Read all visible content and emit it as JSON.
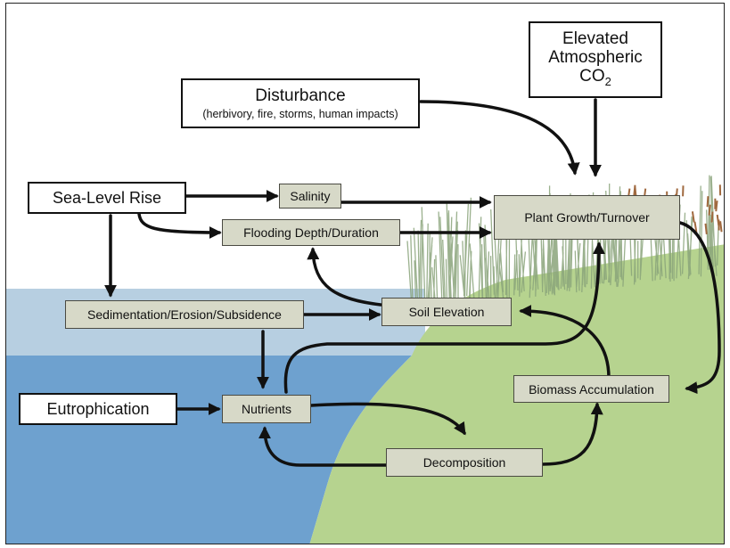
{
  "drivers": {
    "disturbance": "Disturbance",
    "disturbance_sub": "(herbivory, fire, storms, human impacts)",
    "co2_line1": "Elevated",
    "co2_line2": "Atmospheric",
    "co2_line3": "CO",
    "co2_subscript": "2",
    "sea_level": "Sea-Level Rise",
    "eutrophication": "Eutrophication"
  },
  "processes": {
    "salinity": "Salinity",
    "flooding": "Flooding Depth/Duration",
    "plant_growth": "Plant Growth/Turnover",
    "sedimentation": "Sedimentation/Erosion/Subsidence",
    "soil_elevation": "Soil Elevation",
    "biomass": "Biomass Accumulation",
    "nutrients": "Nutrients",
    "decomposition": "Decomposition"
  },
  "colors": {
    "water_light": "#b7cfe1",
    "water_deep": "#6ea1cf",
    "marsh_ground": "#b6d38f",
    "process_box": "#d7d9c8",
    "arrow": "#111111"
  }
}
